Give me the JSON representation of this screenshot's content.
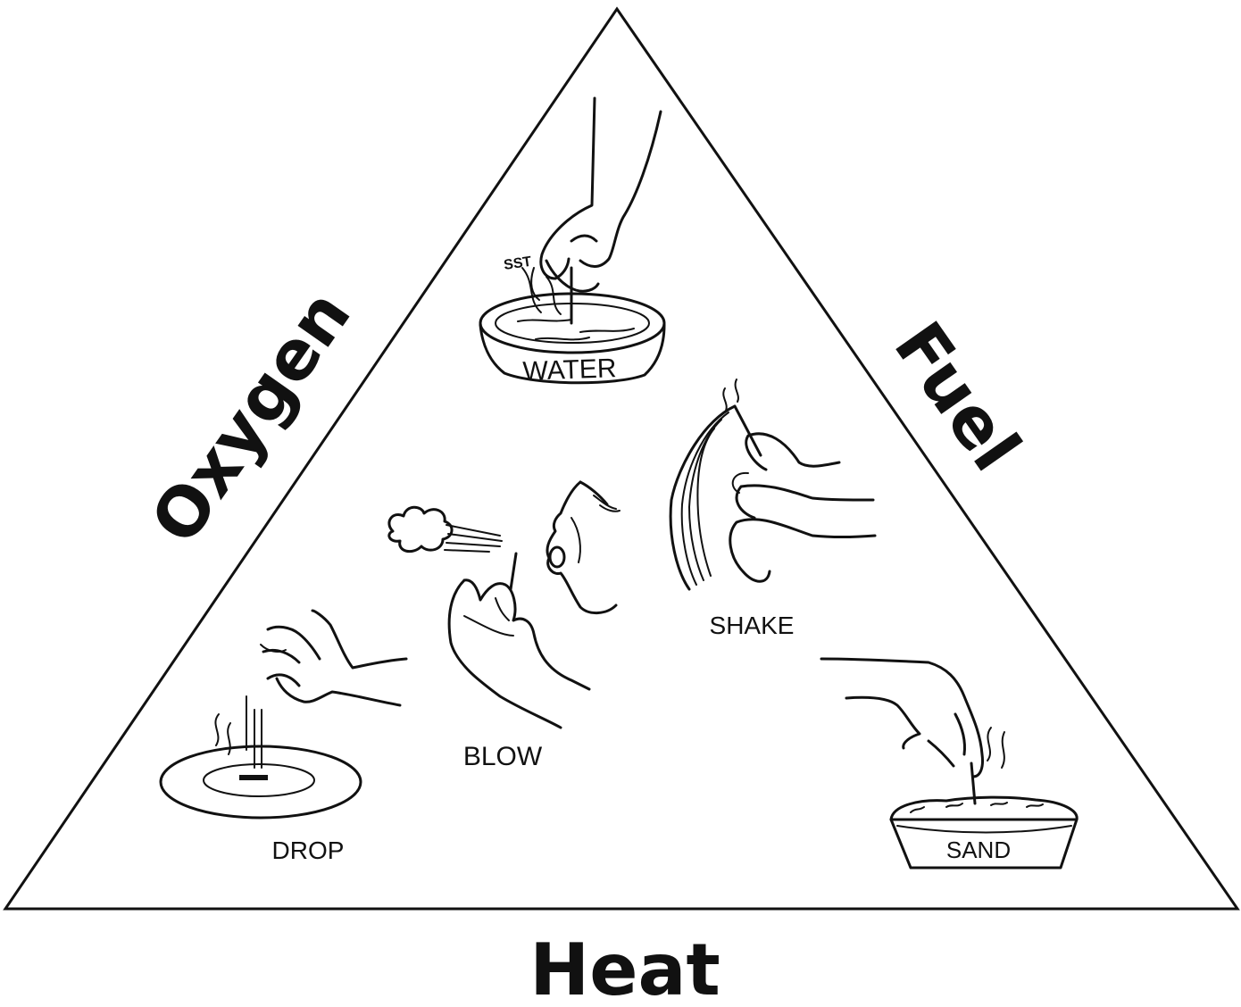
{
  "sides": {
    "left": "Oxygen",
    "right": "Fuel",
    "bottom": "Heat"
  },
  "methods": {
    "water": {
      "label": "WATER",
      "note": "SST"
    },
    "shake": {
      "label": "SHAKE"
    },
    "blow": {
      "label": "BLOW"
    },
    "drop": {
      "label": "DROP"
    },
    "sand": {
      "label": "SAND"
    }
  },
  "colors": {
    "ink": "#111111",
    "background": "#ffffff"
  }
}
